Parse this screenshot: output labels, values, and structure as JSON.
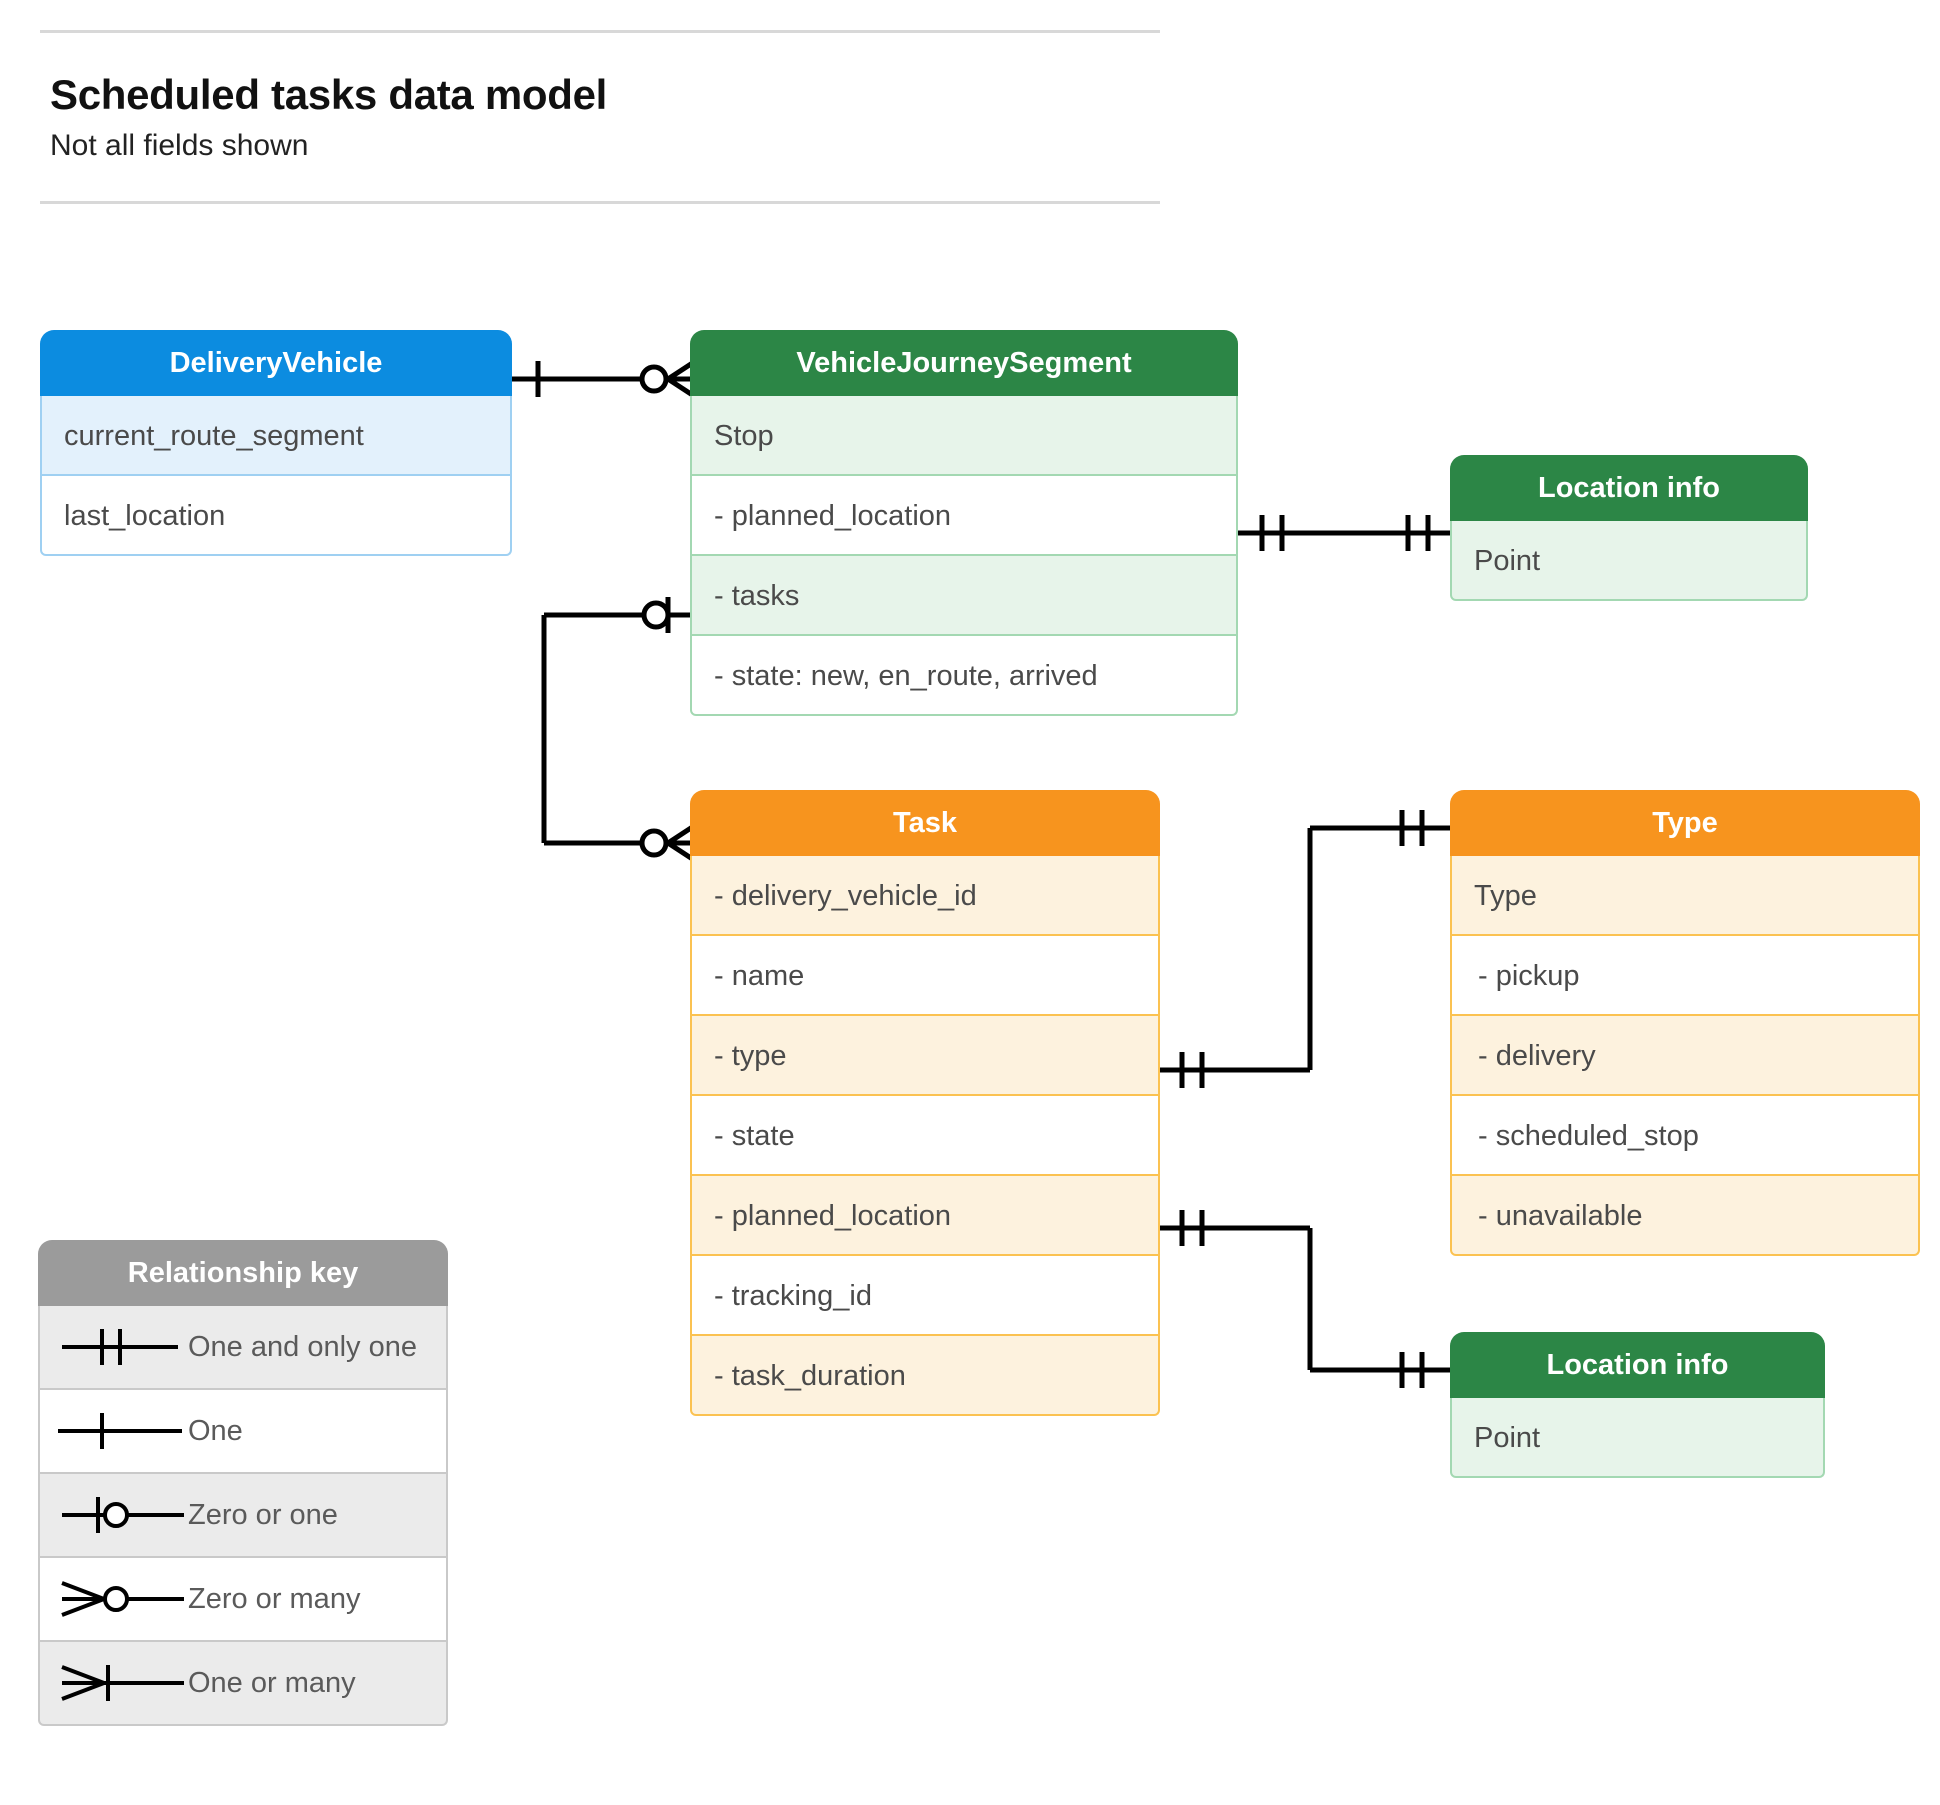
{
  "header": {
    "title": "Scheduled tasks data model",
    "subtitle": "Not all fields shown"
  },
  "colors": {
    "blue_header": "#0c8ce0",
    "blue_row": "#e3f1fc",
    "blue_border": "#9fd0f2",
    "green_header": "#2c8646",
    "green_row": "#e7f4ea",
    "green_border": "#a3d8b2",
    "orange_header": "#f7941e",
    "orange_row": "#fdf2de",
    "orange_border": "#fbc251",
    "grey_header": "#9b9b9b",
    "grey_row": "#ebebeb",
    "line": "#000000",
    "text": "#4a4a4a"
  },
  "entities": {
    "delivery_vehicle": {
      "title": "DeliveryVehicle",
      "rows": [
        "current_route_segment",
        "last_location"
      ]
    },
    "vehicle_journey_segment": {
      "title": "VehicleJourneySegment",
      "rows": [
        "Stop",
        "-  planned_location",
        "- tasks",
        "- state: new, en_route, arrived"
      ]
    },
    "location_info_top": {
      "title": "Location info",
      "rows": [
        "Point"
      ]
    },
    "task": {
      "title": "Task",
      "rows": [
        "- delivery_vehicle_id",
        "- name",
        "- type",
        "- state",
        "- planned_location",
        "- tracking_id",
        "- task_duration"
      ]
    },
    "type": {
      "title": "Type",
      "rows": [
        "Type",
        "-   pickup",
        "-   delivery",
        "-   scheduled_stop",
        "-   unavailable"
      ]
    },
    "location_info_bottom": {
      "title": "Location info",
      "rows": [
        "Point"
      ]
    }
  },
  "legend": {
    "title": "Relationship key",
    "items": [
      {
        "symbol": "one-and-only-one",
        "label": "One and only one"
      },
      {
        "symbol": "one",
        "label": "One"
      },
      {
        "symbol": "zero-or-one",
        "label": "Zero or one"
      },
      {
        "symbol": "zero-or-many",
        "label": "Zero or many"
      },
      {
        "symbol": "one-or-many",
        "label": "One or many"
      }
    ]
  },
  "relationships": [
    {
      "from": "delivery_vehicle",
      "from_card": "one",
      "to": "vehicle_journey_segment",
      "to_card": "zero-or-many"
    },
    {
      "from": "vehicle_journey_segment.planned_location",
      "from_card": "one-and-only-one",
      "to": "location_info_top",
      "to_card": "one-and-only-one"
    },
    {
      "from": "vehicle_journey_segment.tasks",
      "from_card": "zero-or-one",
      "to": "task",
      "to_card": "zero-or-many"
    },
    {
      "from": "task.type",
      "from_card": "one-and-only-one",
      "to": "type",
      "to_card": "one-and-only-one"
    },
    {
      "from": "task.planned_location",
      "from_card": "one-and-only-one",
      "to": "location_info_bottom",
      "to_card": "one-and-only-one"
    }
  ]
}
